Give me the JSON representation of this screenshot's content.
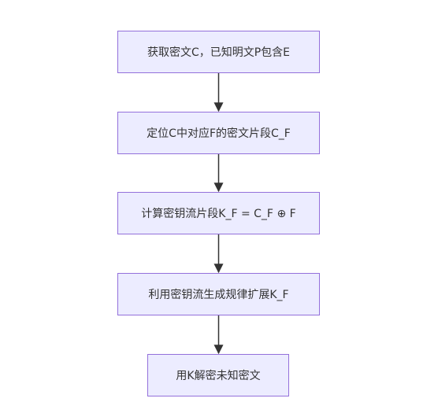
{
  "flowchart": {
    "nodes": [
      {
        "id": "step1",
        "label": "获取密文C，已知明文P包含E"
      },
      {
        "id": "step2",
        "label": "定位C中对应F的密文片段C_F"
      },
      {
        "id": "step3",
        "label": "计算密钥流片段K_F = C_F ⊕ F"
      },
      {
        "id": "step4",
        "label": "利用密钥流生成规律扩展K_F"
      },
      {
        "id": "step5",
        "label": "用K解密未知密文"
      }
    ],
    "edges": [
      {
        "from": "step1",
        "to": "step2"
      },
      {
        "from": "step2",
        "to": "step3"
      },
      {
        "from": "step3",
        "to": "step4"
      },
      {
        "from": "step4",
        "to": "step5"
      }
    ],
    "colors": {
      "node_fill": "#ECECFF",
      "node_border": "#9370DB",
      "text": "#333333",
      "edge": "#333333"
    }
  }
}
